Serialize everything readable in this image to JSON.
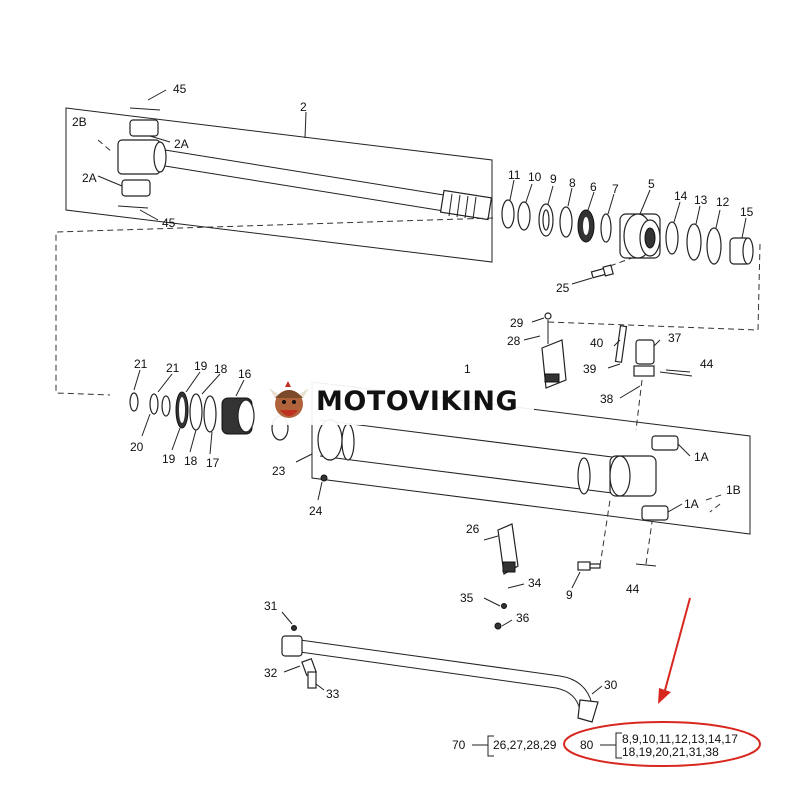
{
  "watermark": {
    "brand": "MOTOVIKING"
  },
  "labels": {
    "p45a": "45",
    "p2": "2",
    "p2B": "2B",
    "p2A_top": "2A",
    "p2A_bot": "2A",
    "p45b": "45",
    "p11": "11",
    "p10": "10",
    "p9": "9",
    "p8": "8",
    "p6": "6",
    "p7": "7",
    "p5": "5",
    "p14": "14",
    "p13": "13",
    "p12": "12",
    "p15": "15",
    "p25": "25",
    "p29": "29",
    "p28": "28",
    "p40": "40",
    "p37": "37",
    "p39": "39",
    "p44a": "44",
    "p38": "38",
    "p1": "1",
    "p21a": "21",
    "p21b": "21",
    "p19a": "19",
    "p18a": "18",
    "p16": "16",
    "p20": "20",
    "p19b": "19",
    "p18b": "18",
    "p17": "17",
    "p23": "23",
    "p24": "24",
    "p1A_top": "1A",
    "p1A_bot": "1A",
    "p1B": "1B",
    "p26": "26",
    "p34": "34",
    "p35": "35",
    "p36": "36",
    "p9b": "9",
    "p44b": "44",
    "p31": "31",
    "p32": "32",
    "p33": "33",
    "p30": "30"
  },
  "kits": {
    "kit70": {
      "number": "70",
      "contents": "26,27,28,29"
    },
    "kit80": {
      "number": "80",
      "line1": "8,9,10,11,12,13,14,17",
      "line2": "18,19,20,21,31,38"
    }
  },
  "colors": {
    "annotation_red": "#d8271f",
    "line": "#222222"
  }
}
